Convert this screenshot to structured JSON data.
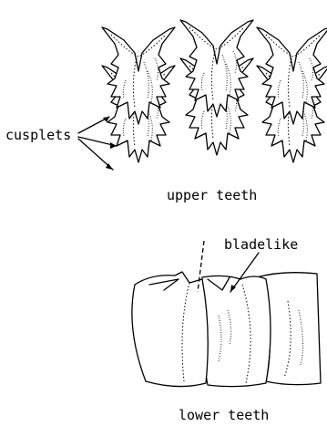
{
  "labels": {
    "cusplets": "cusplets",
    "upper_teeth": "upper teeth",
    "bladelike": "bladelike",
    "lower_teeth": "lower teeth"
  }
}
